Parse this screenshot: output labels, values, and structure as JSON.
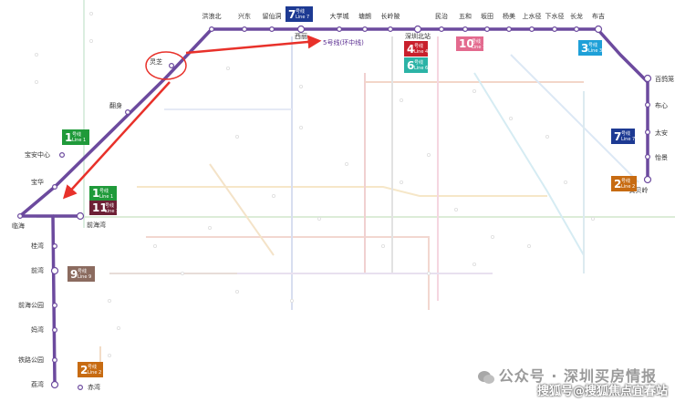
{
  "line5_stations": {
    "top": [
      "洪浪北",
      "兴东",
      "留仙洞",
      "西丽",
      "大学城",
      "塘朗",
      "长岭陂",
      "深圳北站",
      "民治",
      "五和",
      "坂田",
      "杨美",
      "上水径",
      "下水径",
      "长龙",
      "布吉"
    ],
    "right": [
      "百鸽笼",
      "布心",
      "太安",
      "怡景",
      "黄贝岭"
    ],
    "diag": [
      "灵芝",
      "翻身",
      "宝安中心",
      "宝华",
      "临海"
    ],
    "south": [
      "前海湾",
      "桂湾",
      "前湾",
      "前海公园",
      "妈湾",
      "铁路公园",
      "荔湾",
      "赤湾"
    ]
  },
  "badges": [
    {
      "id": "l7a",
      "num": "7",
      "sub": "号线",
      "sub2": "Line 7",
      "color": "#1d3a93"
    },
    {
      "id": "l4",
      "num": "4",
      "sub": "号线",
      "sub2": "Line 4",
      "color": "#c8202c"
    },
    {
      "id": "l10",
      "num": "10",
      "sub": "号线",
      "sub2": "Line 10",
      "color": "#e36a8e"
    },
    {
      "id": "l6",
      "num": "6",
      "sub": "号线",
      "sub2": "Line 6",
      "color": "#2bb3a6"
    },
    {
      "id": "l3",
      "num": "3",
      "sub": "号线",
      "sub2": "Line 3",
      "color": "#1ea0d8"
    },
    {
      "id": "l1a",
      "num": "1",
      "sub": "号线",
      "sub2": "Line 1",
      "color": "#1f9a3a"
    },
    {
      "id": "l7b",
      "num": "7",
      "sub": "号线",
      "sub2": "Line 7",
      "color": "#1d3a93"
    },
    {
      "id": "l2a",
      "num": "2",
      "sub": "号线",
      "sub2": "Line 2",
      "color": "#c76b12"
    },
    {
      "id": "l1b",
      "num": "1",
      "sub": "号线",
      "sub2": "Line 1",
      "color": "#1f9a3a"
    },
    {
      "id": "l11",
      "num": "11",
      "sub": "号线",
      "sub2": "Line 11",
      "color": "#6d2035"
    },
    {
      "id": "l9",
      "num": "9",
      "sub": "号线",
      "sub2": "Line 9",
      "color": "#8b6b5f"
    },
    {
      "id": "l2b",
      "num": "2",
      "sub": "号线",
      "sub2": "Line 2",
      "color": "#c76b12"
    }
  ],
  "annotation": "5号线(环中线)",
  "watermark": {
    "main": "公众号 · 深圳买房情报",
    "sub": "搜狐号@搜狐焦点宜春站"
  },
  "colors": {
    "line5": "#6c4a9e",
    "arrow": "#e8312a",
    "circle": "#e8312a"
  }
}
